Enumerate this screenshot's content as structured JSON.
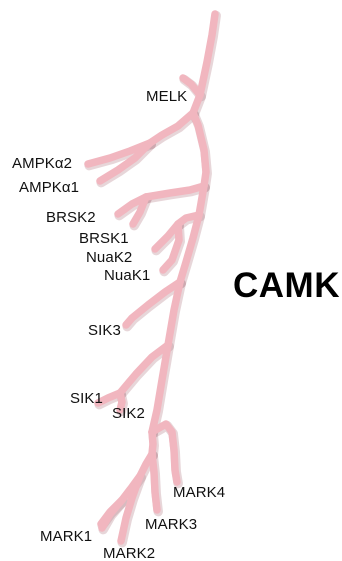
{
  "family_label": "CAMK",
  "kinases": {
    "melk": "MELK",
    "ampka2": "AMPKα2",
    "ampka1": "AMPKα1",
    "brsk2": "BRSK2",
    "brsk1": "BRSK1",
    "nuak2": "NuaK2",
    "nuak1": "NuaK1",
    "sik3": "SIK3",
    "sik1": "SIK1",
    "sik2": "SIK2",
    "mark4": "MARK4",
    "mark3": "MARK3",
    "mark1": "MARK1",
    "mark2": "MARK2"
  },
  "colors": {
    "branch": "#f1b6bf",
    "branch_shadow": "#b98a93",
    "text": "#111111"
  }
}
